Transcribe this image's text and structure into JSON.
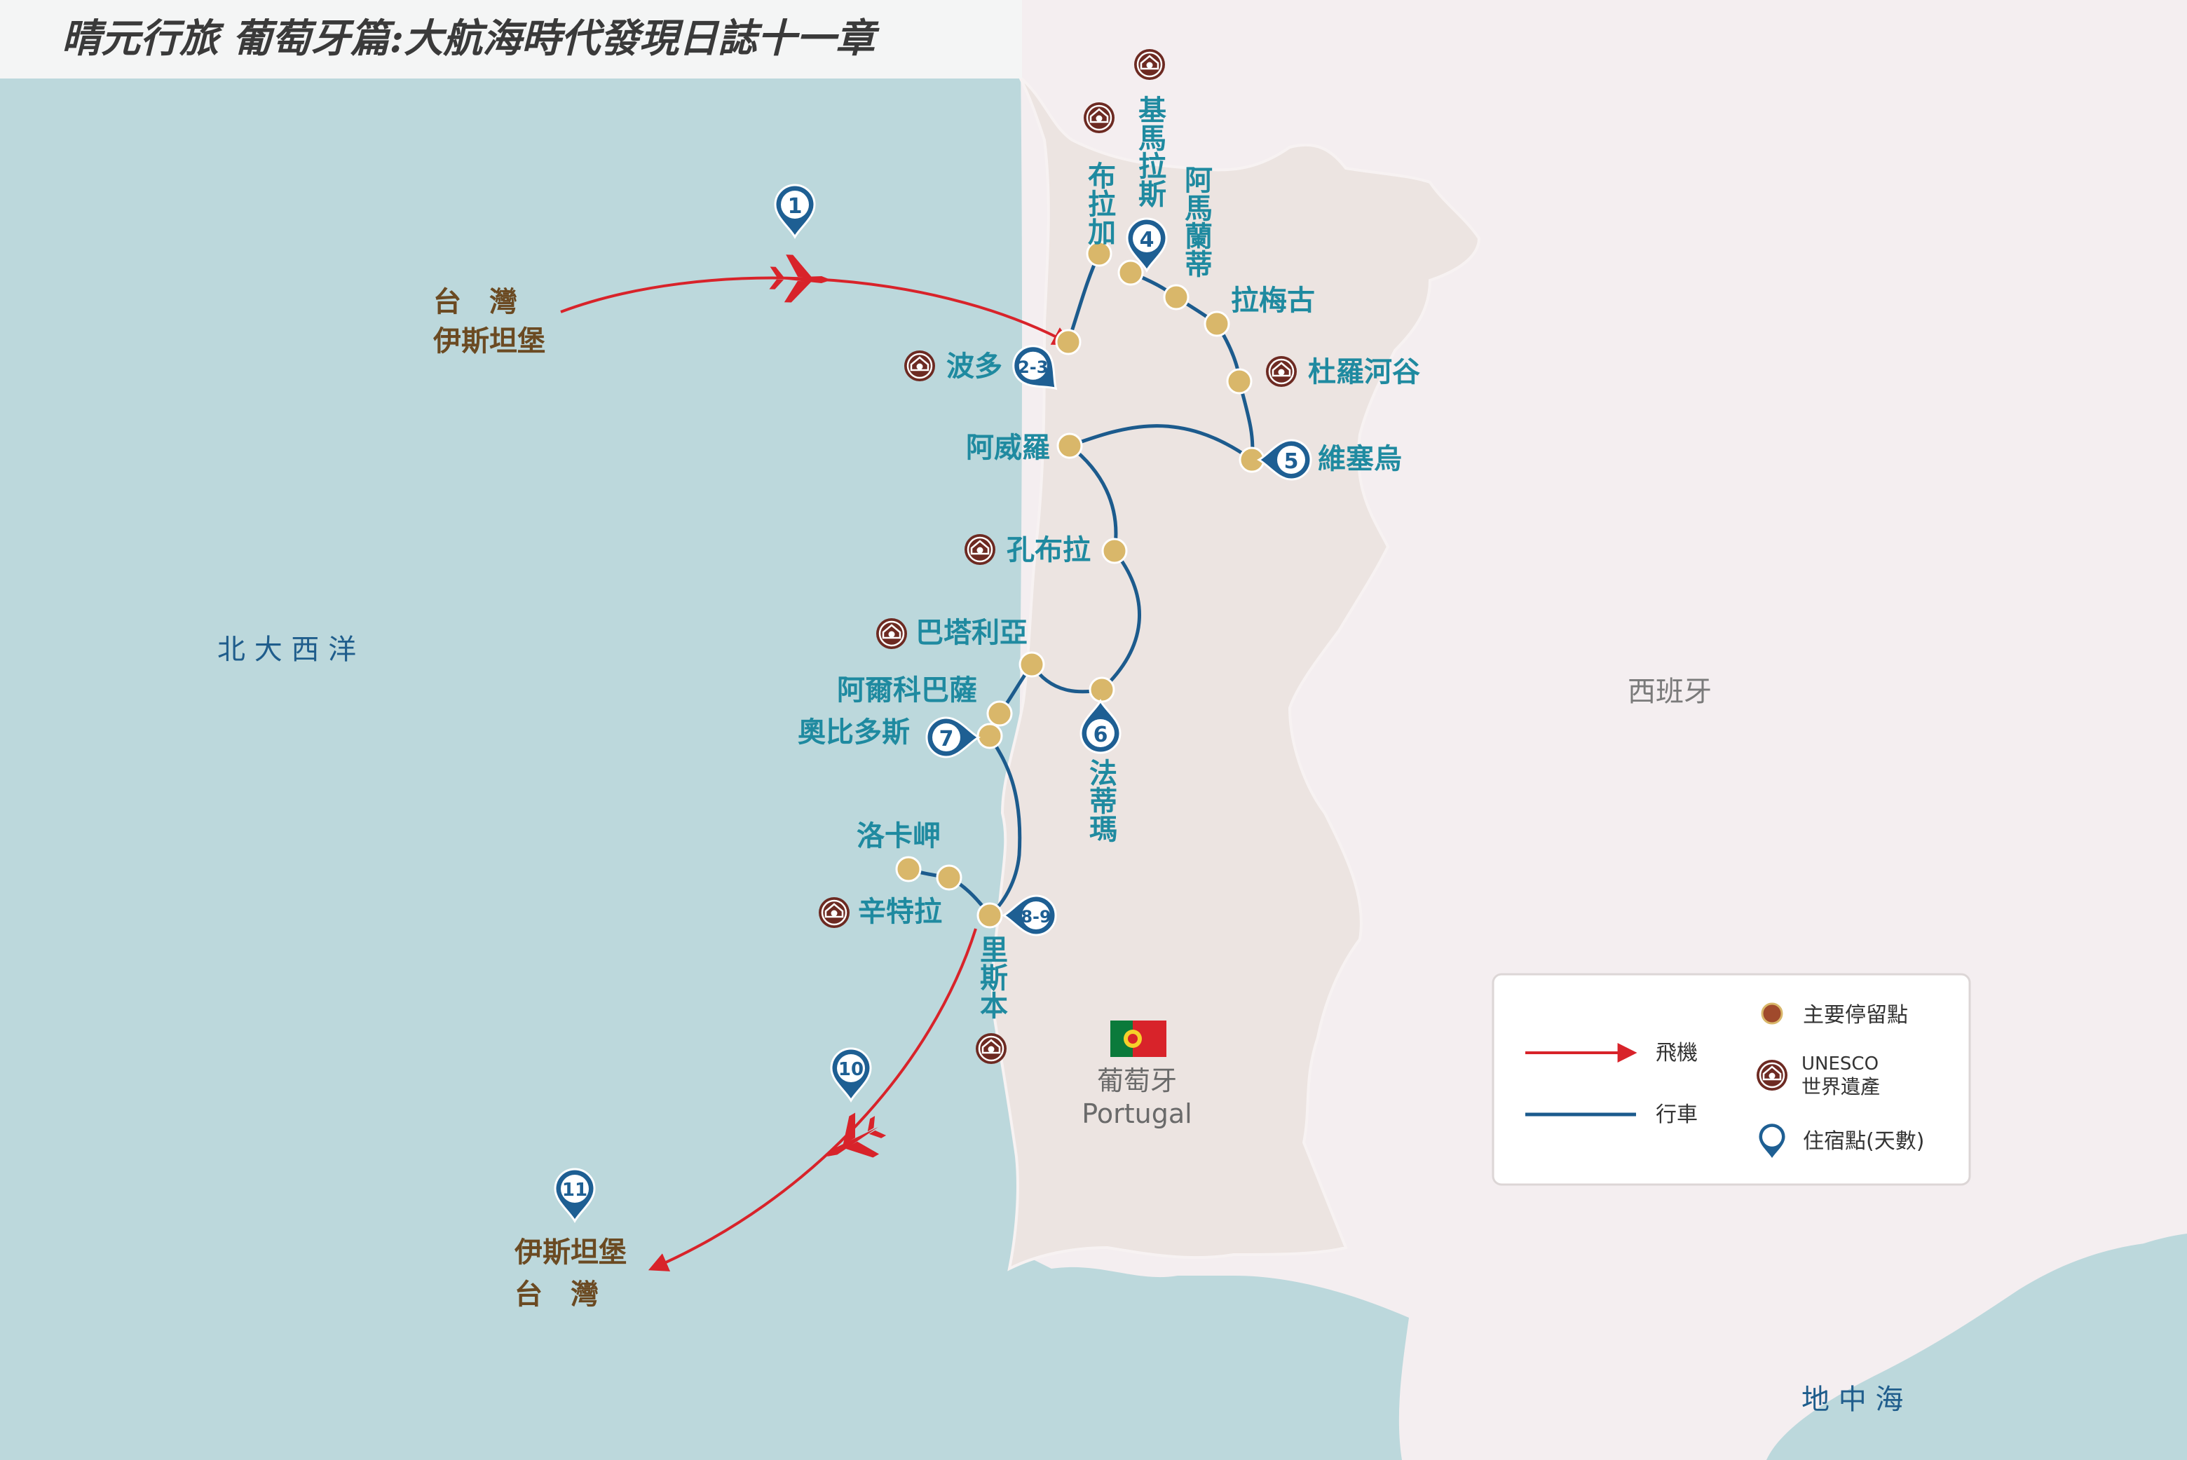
{
  "title": "晴元行旅 葡萄牙篇:大航海時代發現日誌十一章",
  "seas": {
    "atlantic": "北 大 西 洋",
    "mediterranean": "地 中 海"
  },
  "countries": {
    "spain": "西班牙",
    "portugal_zh": "葡萄牙",
    "portugal_en": "Portugal"
  },
  "flights": {
    "outbound_line1": "台　灣",
    "outbound_line2": "伊斯坦堡",
    "return_line1": "伊斯坦堡",
    "return_line2": "台　灣"
  },
  "places": {
    "braga": "布拉加",
    "bom_jesus": "基馬拉斯",
    "amarante": "阿馬蘭蒂",
    "lamego": "拉梅古",
    "douro": "杜羅河谷",
    "porto": "波多",
    "aveiro": "阿威羅",
    "viseu": "維塞烏",
    "coimbra": "孔布拉",
    "batalha": "巴塔利亞",
    "alcobaca": "阿爾科巴薩",
    "obidos": "奧比多斯",
    "fatima": "法蒂瑪",
    "cabo_da_roca": "洛卡岬",
    "sintra": "辛特拉",
    "lisbon": "里斯本"
  },
  "stay_markers": {
    "day1": "1",
    "porto": "2-3",
    "guimaraes": "4",
    "viseu": "5",
    "fatima": "6",
    "obidos": "7",
    "lisbon": "8-9",
    "day10": "10",
    "day11": "11"
  },
  "legend": {
    "flight": "飛機",
    "drive": "行車",
    "stop": "主要停留點",
    "unesco_line1": "UNESCO",
    "unesco_line2": "世界遺產",
    "stay": "住宿點(天數)"
  },
  "colors": {
    "ocean": "#bcd8dc",
    "spain_land": "#f4eef0",
    "portugal_land": "#ece4e1",
    "route": "#1c5b8d",
    "flight": "#d8232a",
    "stop_dot": "#d9b76a",
    "teal_text": "#1f8aa0",
    "brown_text": "#6b4a22",
    "unesco": "#6d2a22",
    "pin": "#1e5f93"
  }
}
